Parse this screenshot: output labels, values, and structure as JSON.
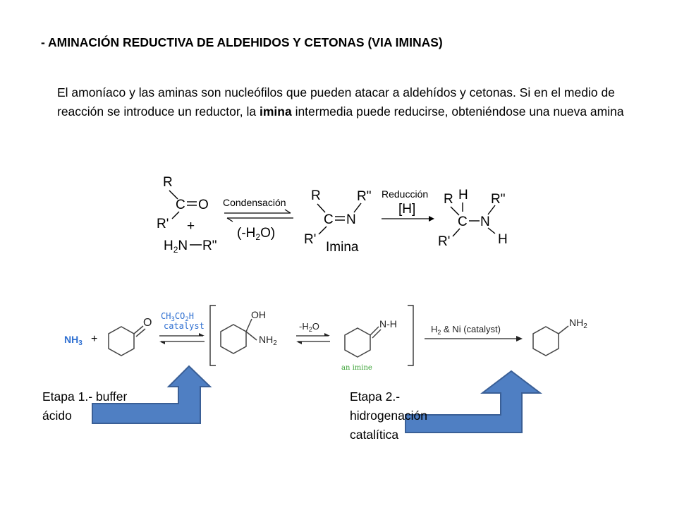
{
  "title": "- AMINACIÓN REDUCTIVA DE ALDEHIDOS Y CETONAS (VIA IMINAS)",
  "paragraph": {
    "part1": "El amoníaco y las aminas son nucleófilos que pueden atacar a aldehídos y cetonas. Si en el medio de reacción se introduce un reductor, la ",
    "bold": "imina",
    "part2": " intermedia puede reducirse, obteniéndose una nueva amina"
  },
  "scheme1": {
    "r": "R",
    "r_prime": "R'",
    "r_double": "R\"",
    "c": "C",
    "o": "O",
    "n": "N",
    "h": "H",
    "plus": "+",
    "amine_h2": "H",
    "amine_sub": "2",
    "amine_n": "N",
    "condensation": "Condensación",
    "minus_water_open": "(-H",
    "minus_water_sub": "2",
    "minus_water_close": "O)",
    "imine_label": "Imina",
    "reduction": "Reducción",
    "reductant": "[H]"
  },
  "scheme2": {
    "nh3": "NH",
    "nh3_sub": "3",
    "plus": "+",
    "o": "O",
    "acid_main": "CH",
    "acid_sub1": "3",
    "acid_mid": "CO",
    "acid_sub2": "2",
    "acid_end": "H",
    "catalyst": "catalyst",
    "oh": "OH",
    "nh2": "NH",
    "nh2_sub": "2",
    "minus_water_main": "-H",
    "minus_water_sub": "2",
    "minus_water_end": "O",
    "imine_nh": "N-H",
    "imine_caption": "an imine",
    "hydrogenation_main": "H",
    "hydrogenation_sub": "2",
    "hydrogenation_end": " & Ni (catalyst)",
    "product_nh": "NH",
    "product_sub": "2"
  },
  "stage1": {
    "line1": "Etapa 1.- buffer",
    "line2": "ácido"
  },
  "stage2": {
    "line1": "Etapa 2.-",
    "line2": "hidrogenación",
    "line3": "catalítica"
  },
  "colors": {
    "reagent_blue": "#2e6fd1",
    "imine_caption_green": "#3aa335",
    "callout_fill": "#4f7fc3",
    "callout_stroke": "#3a5f96",
    "line_gray": "#444444"
  }
}
